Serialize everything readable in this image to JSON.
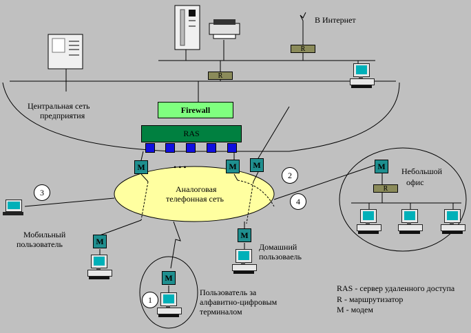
{
  "labels": {
    "internet": "В Интернет",
    "central_network": [
      "Центральная сеть",
      "предприятия"
    ],
    "analog_network": [
      "Аналоговая",
      "телефонная сеть"
    ],
    "small_office": [
      "Небольшой",
      "офис"
    ],
    "mobile_user": [
      "Мобильный",
      "пользователь"
    ],
    "home_user": [
      "Домашний",
      "пользоваель"
    ],
    "terminal_user": [
      "Пользователь за",
      "алфавитно-цифровым",
      "терминалом"
    ],
    "dots": "• • •"
  },
  "blocks": {
    "firewall": "Firewall",
    "ras": "RAS"
  },
  "symbols": {
    "modem": "M",
    "router": "R"
  },
  "numbers": [
    "1",
    "2",
    "3",
    "4"
  ],
  "legend": [
    "RAS - сервер удаленного доступа",
    "R - маршрутизатор",
    "M - модем"
  ],
  "colors": {
    "background": "#c0c0c0",
    "firewall": "#7fff7f",
    "ras": "#008040",
    "port": "#1010e0",
    "modem": "#1f8f8f",
    "router": "#8b8b5a",
    "analog_network": "#ffffa0"
  }
}
